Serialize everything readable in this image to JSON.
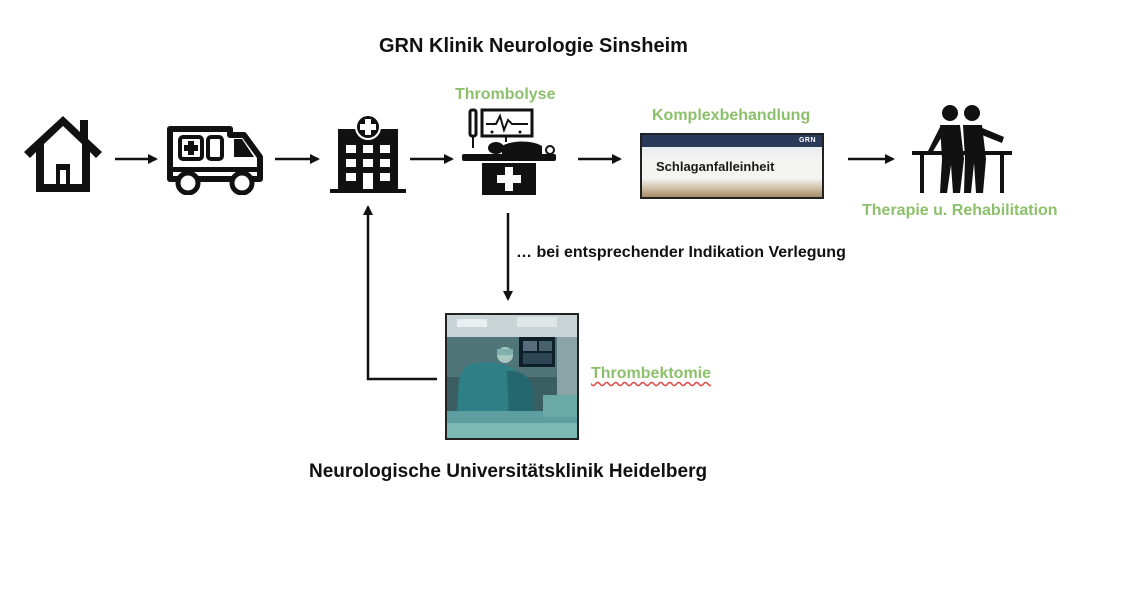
{
  "title": "GRN Klinik Neurologie Sinsheim",
  "steps": {
    "thrombolysis_label": "Thrombolyse",
    "complex_treatment_label": "Komplexbehandlung",
    "stroke_unit_sign_text": "Schlaganfalleinheit",
    "stroke_unit_sign_logo": "GRN",
    "therapy_label": "Therapie u. Rehabilitation"
  },
  "transfer_note": "… bei entsprechender Indikation Verlegung",
  "thrombectomy_label": "Thrombektomie",
  "university_clinic": "Neurologische Universitätsklinik Heidelberg",
  "colors": {
    "green_label": "#8cc06a",
    "text": "#111111",
    "icon": "#111111"
  },
  "icons": [
    "house-icon",
    "ambulance-icon",
    "hospital-icon",
    "thrombolysis-bed-icon",
    "rehabilitation-icon"
  ]
}
